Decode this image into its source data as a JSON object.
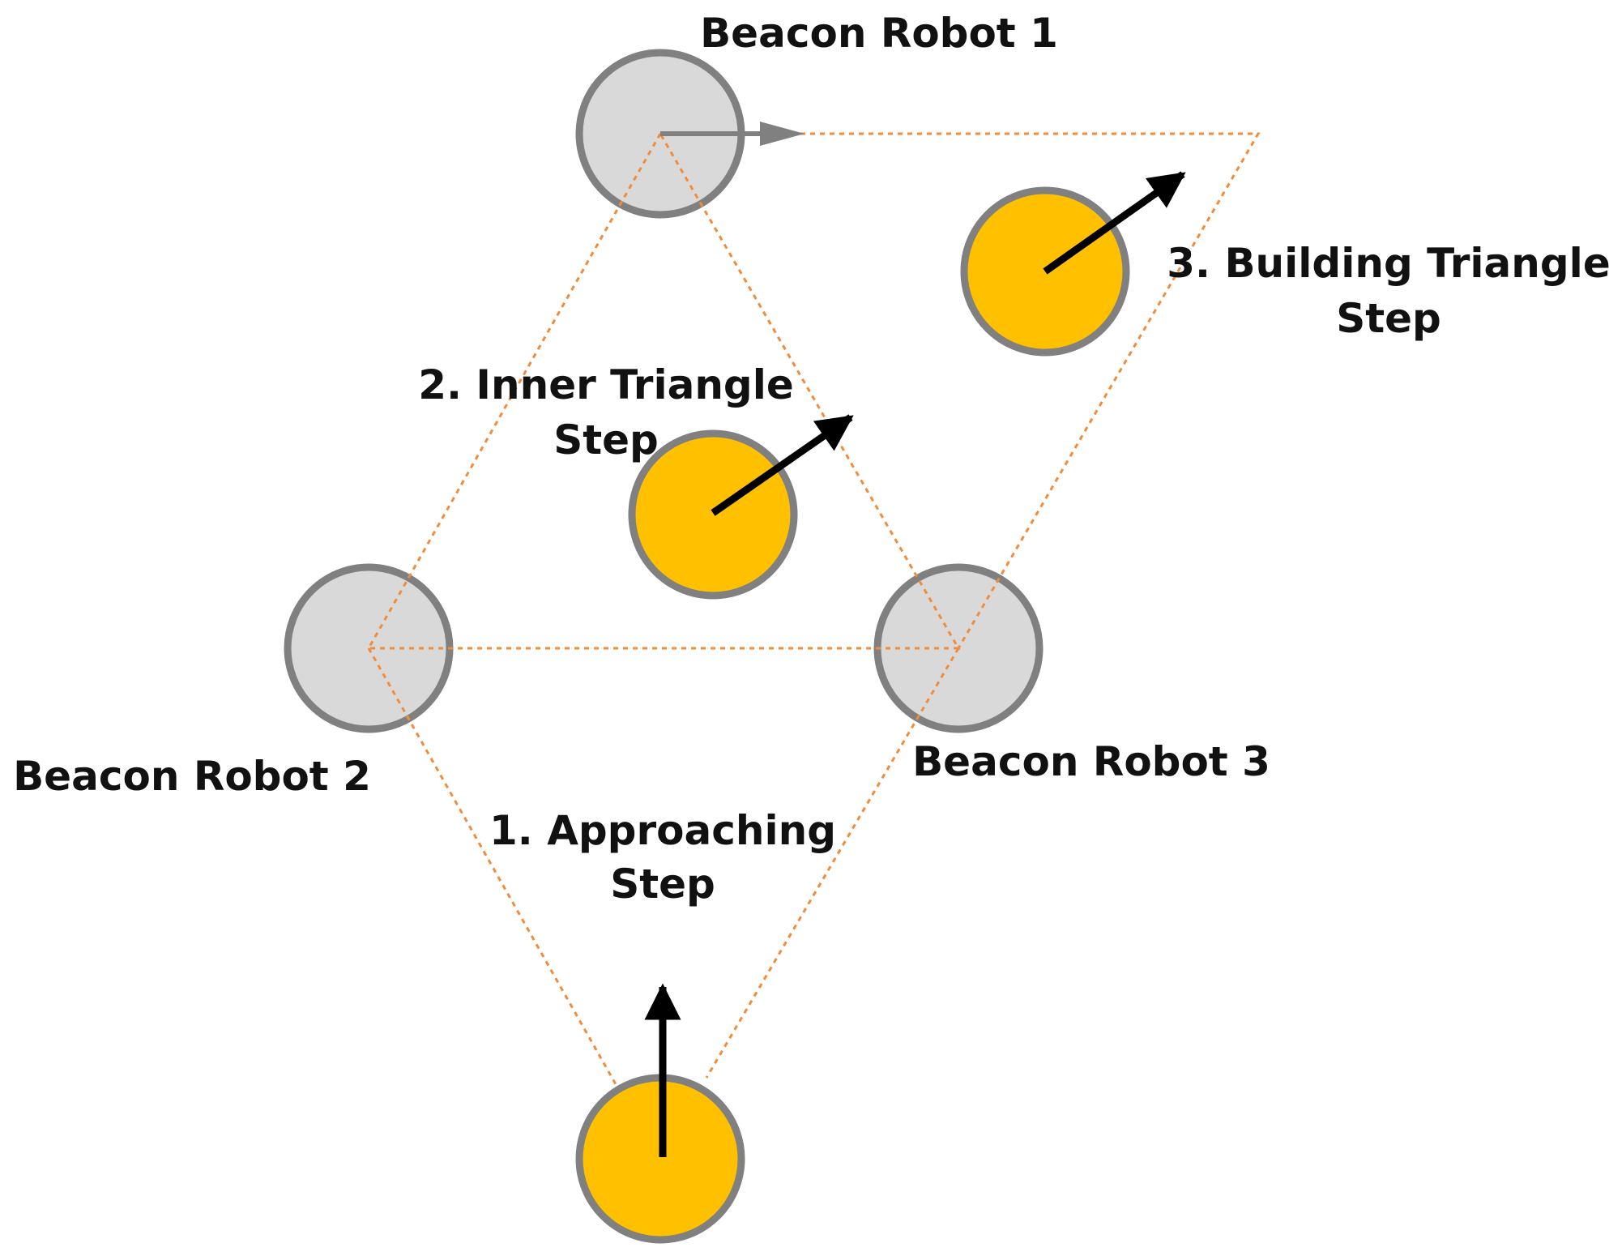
{
  "colors": {
    "beacon_fill": "#D9D9D9",
    "beacon_stroke": "#808080",
    "mobile_fill": "#FFC000",
    "guide_line": "#F08C3C",
    "arrow": "#000000",
    "text": "#111111"
  },
  "labels": {
    "beacon_1": "Beacon Robot 1",
    "beacon_2": "Beacon Robot 2",
    "beacon_3": "Beacon Robot 3",
    "step1_line1": "1. Approaching",
    "step1_line2": "Step",
    "step2_line1": "2. Inner Triangle",
    "step2_line2": "Step",
    "step3_line1": "3. Building Triangle",
    "step3_line2": "Step"
  }
}
